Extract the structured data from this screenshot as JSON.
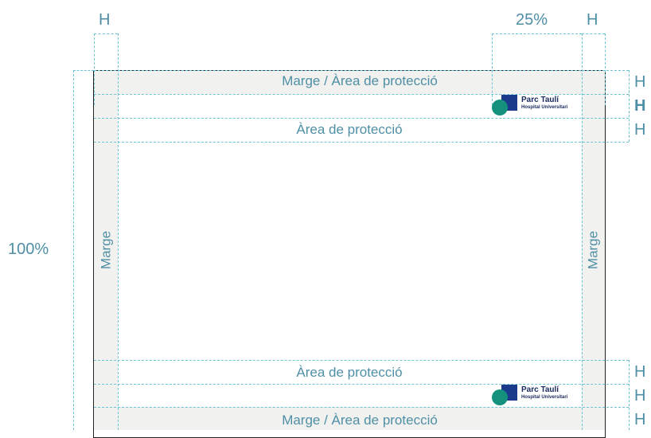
{
  "dimensions": {
    "column_width": "H",
    "logo_width": "25%",
    "sheet_height": "100%"
  },
  "bands": {
    "margin_top": "Marge / Àrea de protecció",
    "protection_top": "Àrea de protecció",
    "protection_bottom": "Àrea de protecció",
    "margin_bottom": "Marge / Àrea de protecció",
    "margin_left": "Marge",
    "margin_right": "Marge"
  },
  "row_markers": [
    "H",
    "H",
    "H",
    "H",
    "H",
    "H"
  ],
  "logo": {
    "name": "Parc Taulí",
    "subtitle": "Hospital Universitari"
  },
  "colors": {
    "guide": "#6cc4d4",
    "label": "#4f8fa6",
    "margin_fill": "#f1f1ef",
    "sheet_border": "#222222",
    "logo_navy": "#1b3a8c",
    "logo_green": "#13917d"
  }
}
